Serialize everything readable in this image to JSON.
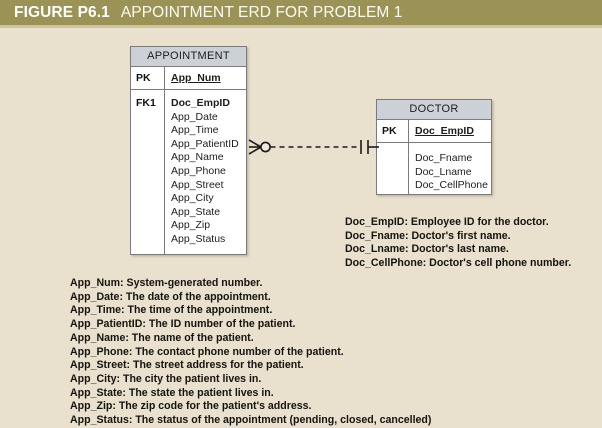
{
  "figure": {
    "number": "FIGURE P6.1",
    "title": "APPOINTMENT ERD FOR PROBLEM 1",
    "header_bg": "#9b9256",
    "page_bg": "#e9e0cd",
    "entity_header_bg": "#ccd1d7"
  },
  "entities": [
    {
      "name": "APPOINTMENT",
      "pk": {
        "key": "PK",
        "field": "App_Num"
      },
      "fk": {
        "key": "FK1",
        "field": "Doc_EmpID"
      },
      "attributes": [
        "App_Date",
        "App_Time",
        "App_PatientID",
        "App_Name",
        "App_Phone",
        "App_Street",
        "App_City",
        "App_State",
        "App_Zip",
        "App_Status"
      ]
    },
    {
      "name": "DOCTOR",
      "pk": {
        "key": "PK",
        "field": "Doc_EmpID"
      },
      "attributes": [
        "Doc_Fname",
        "Doc_Lname",
        "Doc_CellPhone"
      ]
    }
  ],
  "relationship": {
    "left_cardinality": "zero-or-many",
    "right_cardinality": "exactly-one",
    "line_style": "dashed",
    "type": "non-identifying"
  },
  "legend_doctor": [
    "Doc_EmpID: Employee ID for the doctor.",
    "Doc_Fname: Doctor's first name.",
    "Doc_Lname: Doctor's last name.",
    "Doc_CellPhone: Doctor's cell phone number."
  ],
  "legend_appointment": [
    "App_Num: System-generated number.",
    "App_Date: The date of the appointment.",
    "App_Time: The time of the appointment.",
    "App_PatientID: The ID number of the patient.",
    "App_Name:  The name of the patient.",
    "App_Phone: The contact phone number of the patient.",
    "App_Street:  The street address for the patient.",
    "App_City:   The city the patient lives in.",
    "App_State:  The state the patient lives in.",
    "App_Zip:  The zip code for the patient's address.",
    "App_Status: The status of the appointment (pending, closed, cancelled)"
  ]
}
